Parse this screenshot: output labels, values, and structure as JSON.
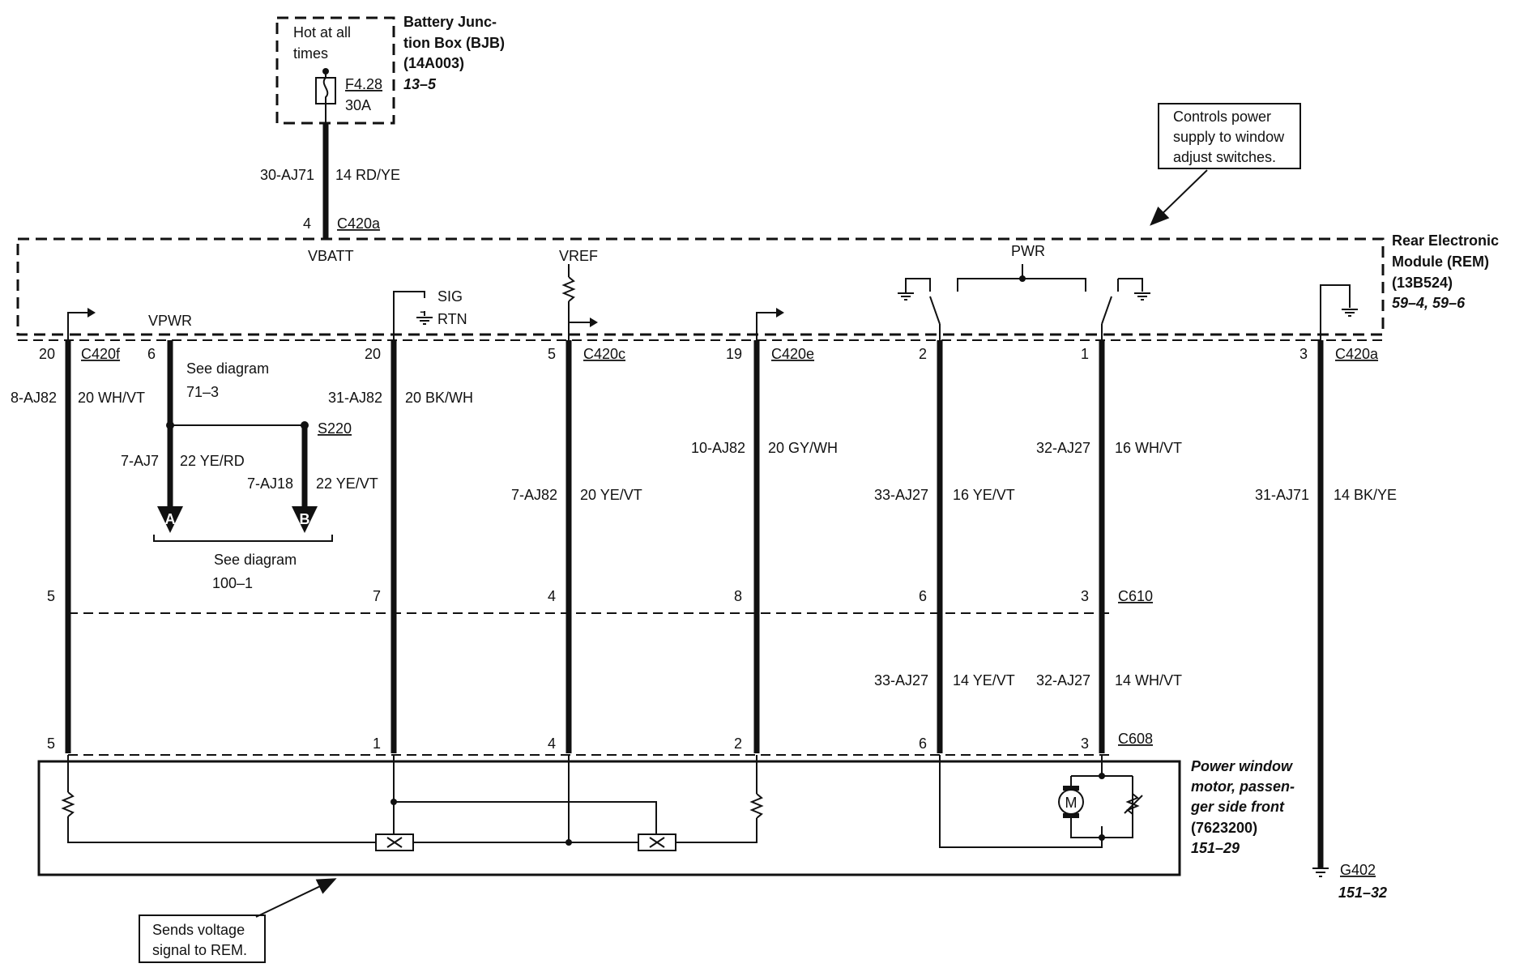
{
  "bjb": {
    "hot_label_1": "Hot at all",
    "hot_label_2": "times",
    "fuse_id": "F4.28",
    "fuse_rating": "30A",
    "title_1": "Battery Junc-",
    "title_2": "tion Box (BJB)",
    "title_3": "(14A003)",
    "ref": "13–5"
  },
  "feed": {
    "circuit": "30-AJ71",
    "wire": "14 RD/YE",
    "pin": "4",
    "connector": "C420a"
  },
  "callout_top": {
    "line_1": "Controls power",
    "line_2": "supply to window",
    "line_3": "adjust switches."
  },
  "rem": {
    "title_1": "Rear Electronic",
    "title_2": "Module (REM)",
    "title_3": "(13B524)",
    "ref": "59–4, 59–6",
    "vbatt": "VBATT",
    "vref": "VREF",
    "pwr": "PWR",
    "vpwr": "VPWR",
    "sig": "SIG",
    "rtn": "RTN",
    "sig_symbol": "-"
  },
  "connectors": {
    "c420f": "C420f",
    "c420c": "C420c",
    "c420e": "C420e",
    "c420a": "C420a",
    "c610": "C610",
    "c608": "C608"
  },
  "pins_top": {
    "p20a": "20",
    "p6": "6",
    "p20b": "20",
    "p5": "5",
    "p19": "19",
    "p2": "2",
    "p1": "1",
    "p3": "3"
  },
  "wires_upper": {
    "w1_circuit": "8-AJ82",
    "w1_color": "20 WH/VT",
    "w3_circuit": "31-AJ82",
    "w3_color": "20 BK/WH",
    "w4_circuit": "7-AJ82",
    "w4_color": "20 YE/VT",
    "w5_circuit": "10-AJ82",
    "w5_color": "20 GY/WH",
    "w6_circuit": "33-AJ27",
    "w6_color": "16 YE/VT",
    "w7_circuit": "32-AJ27",
    "w7_color": "16 WH/VT",
    "w8_circuit": "31-AJ71",
    "w8_color": "14 BK/YE"
  },
  "vpwr_branch": {
    "see_1": "See diagram",
    "see_1_ref": "71–3",
    "splice": "S220",
    "a_circuit": "7-AJ7",
    "a_color": "22 YE/RD",
    "b_circuit": "7-AJ18",
    "b_color": "22 YE/VT",
    "a_label": "A",
    "b_label": "B",
    "see_2": "See diagram",
    "see_2_ref": "100–1"
  },
  "pins_c610": {
    "p5": "5",
    "p7": "7",
    "p4": "4",
    "p8": "8",
    "p6": "6",
    "p3": "3"
  },
  "wires_lower": {
    "w6_circuit": "33-AJ27",
    "w6_color": "14 YE/VT",
    "w7_circuit": "32-AJ27",
    "w7_color": "14 WH/VT"
  },
  "pins_c608": {
    "p5": "5",
    "p1": "1",
    "p4": "4",
    "p2": "2",
    "p6": "6",
    "p3": "3"
  },
  "motor": {
    "title_1": "Power window",
    "title_2": "motor, passen-",
    "title_3": "ger side front",
    "title_4": "(7623200)",
    "ref": "151–29",
    "motor_symbol": "M"
  },
  "ground": {
    "id": "G402",
    "ref": "151–32"
  },
  "callout_bottom": {
    "line_1": "Sends voltage",
    "line_2": "signal to REM."
  }
}
